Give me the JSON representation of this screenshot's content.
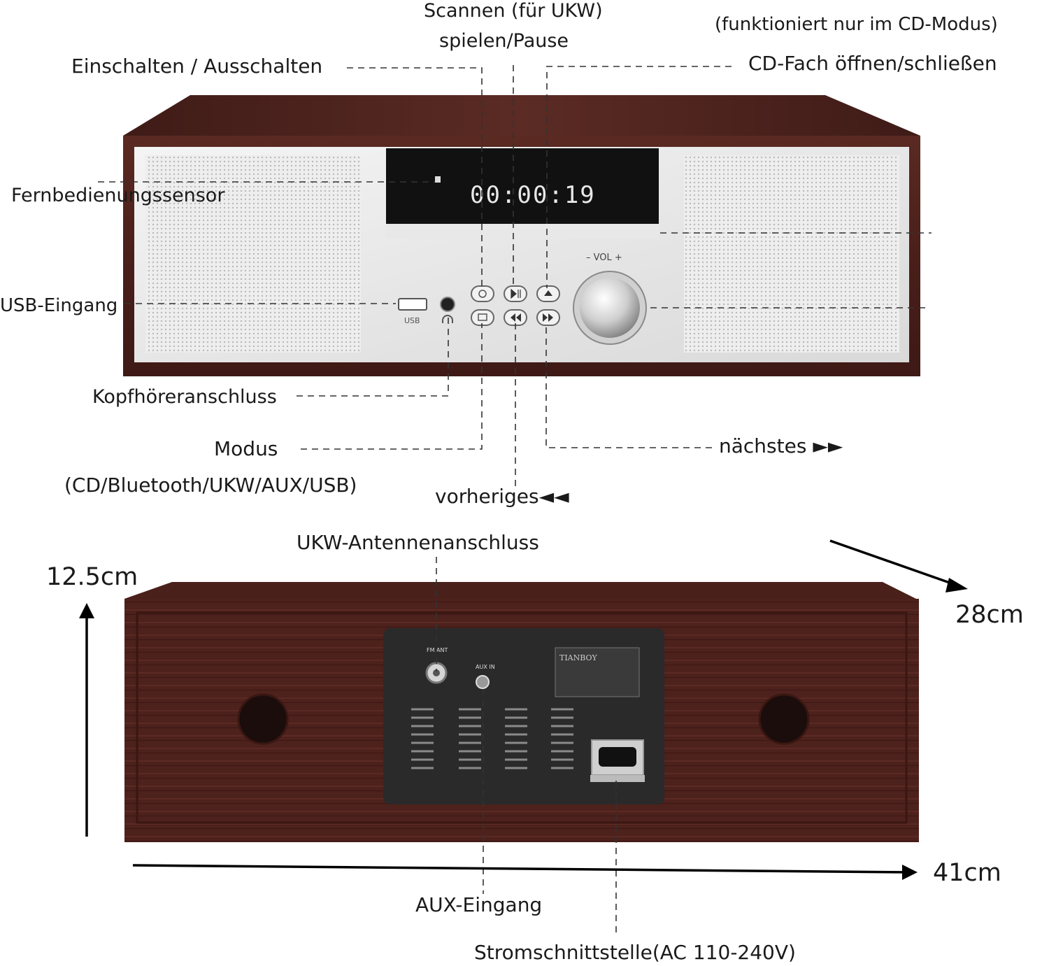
{
  "front_labels": {
    "scan_fm": "Scannen (für UKW)",
    "play_pause": "spielen/Pause",
    "cd_only_note": "(funktioniert nur im CD-Modus)",
    "power": "Einschalten / Ausschalten",
    "cd_tray": "CD-Fach öffnen/schließen",
    "remote_sensor": "Fernbedienungssensor",
    "usb_input": "USB-Eingang",
    "headphone": "Kopfhöreranschluss",
    "mode": "Modus",
    "mode_options": "(CD/Bluetooth/UKW/AUX/USB)",
    "next": "nächstes ►►",
    "previous": "vorheriges◄◄"
  },
  "device_front": {
    "display_time": "00:00:19",
    "usb_port_label": "USB",
    "volume_label": "– VOL +"
  },
  "back_labels": {
    "fm_antenna": "UKW-Antennenanschluss",
    "aux_input": "AUX-Eingang",
    "power_socket": "Stromschnittstelle(AC 110-240V)"
  },
  "device_back": {
    "brand": "TIANBOY",
    "fm_jack_label": "FM ANT",
    "aux_jack_label": "AUX IN"
  },
  "dimensions": {
    "height": "12.5cm",
    "depth": "28cm",
    "width": "41cm"
  }
}
